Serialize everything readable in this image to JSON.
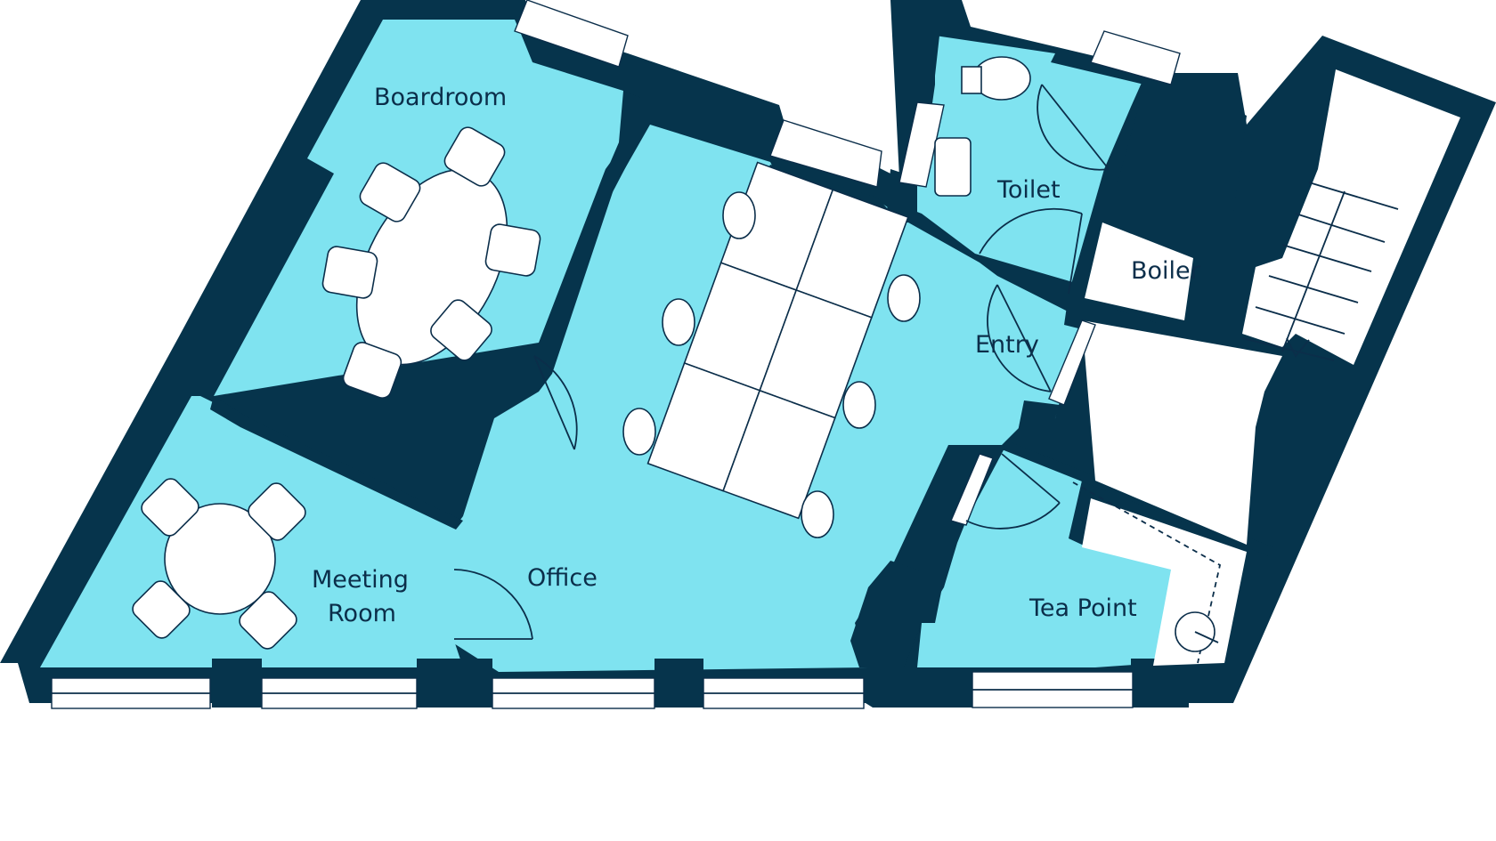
{
  "rooms": {
    "boardroom": "Boardroom",
    "meeting_room_line1": "Meeting",
    "meeting_room_line2": "Room",
    "office": "Office",
    "toilet": "Toilet",
    "boiler": "Boiler",
    "entry": "Entry",
    "tea_point": "Tea Point"
  },
  "colors": {
    "wall": "#06344c",
    "floor": "#7fe3f0",
    "furniture": "#ffffff",
    "label": "#0b2e4a"
  }
}
